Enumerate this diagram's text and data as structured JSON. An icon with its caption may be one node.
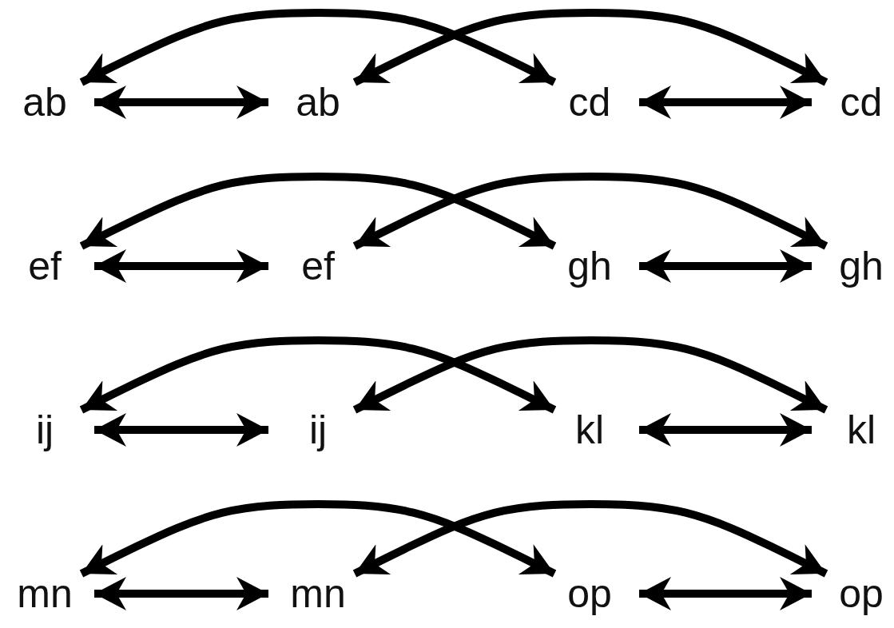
{
  "diagram": {
    "nodes": [
      {
        "text": [
          "ab"
        ]
      },
      {
        "text": [
          "ab"
        ]
      },
      {
        "text": [
          "cd"
        ]
      },
      {
        "text": [
          "cd"
        ]
      },
      {
        "text": [
          "ef"
        ]
      },
      {
        "text": [
          "ef"
        ]
      },
      {
        "text": [
          "gh"
        ]
      },
      {
        "text": [
          "gh"
        ]
      },
      {
        "text": [
          "ij"
        ]
      },
      {
        "text": [
          "ij"
        ]
      },
      {
        "text": [
          "kl"
        ]
      },
      {
        "text": [
          "kl"
        ]
      },
      {
        "text": [
          "mn"
        ]
      },
      {
        "text": [
          "mn"
        ]
      },
      {
        "text": [
          "op"
        ]
      },
      {
        "text": [
          "op"
        ]
      }
    ],
    "edges": [
      {
        "from": 0,
        "to": 1,
        "arrow": "both"
      },
      {
        "from": 2,
        "to": 3,
        "arrow": "both"
      },
      {
        "from": 0,
        "to": 2,
        "arrow": "both"
      },
      {
        "from": 1,
        "to": 3,
        "arrow": "both"
      },
      {
        "from": 4,
        "to": 5,
        "arrow": "both"
      },
      {
        "from": 6,
        "to": 7,
        "arrow": "both"
      },
      {
        "from": 4,
        "to": 6,
        "arrow": "both"
      },
      {
        "from": 5,
        "to": 7,
        "arrow": "both"
      },
      {
        "from": 8,
        "to": 9,
        "arrow": "both"
      },
      {
        "from": 10,
        "to": 11,
        "arrow": "both"
      },
      {
        "from": 8,
        "to": 10,
        "arrow": "both"
      },
      {
        "from": 9,
        "to": 11,
        "arrow": "both"
      },
      {
        "from": 12,
        "to": 13,
        "arrow": "both"
      },
      {
        "from": 14,
        "to": 15,
        "arrow": "both"
      },
      {
        "from": 12,
        "to": 14,
        "arrow": "both"
      },
      {
        "from": 13,
        "to": 15,
        "arrow": "both"
      }
    ]
  }
}
